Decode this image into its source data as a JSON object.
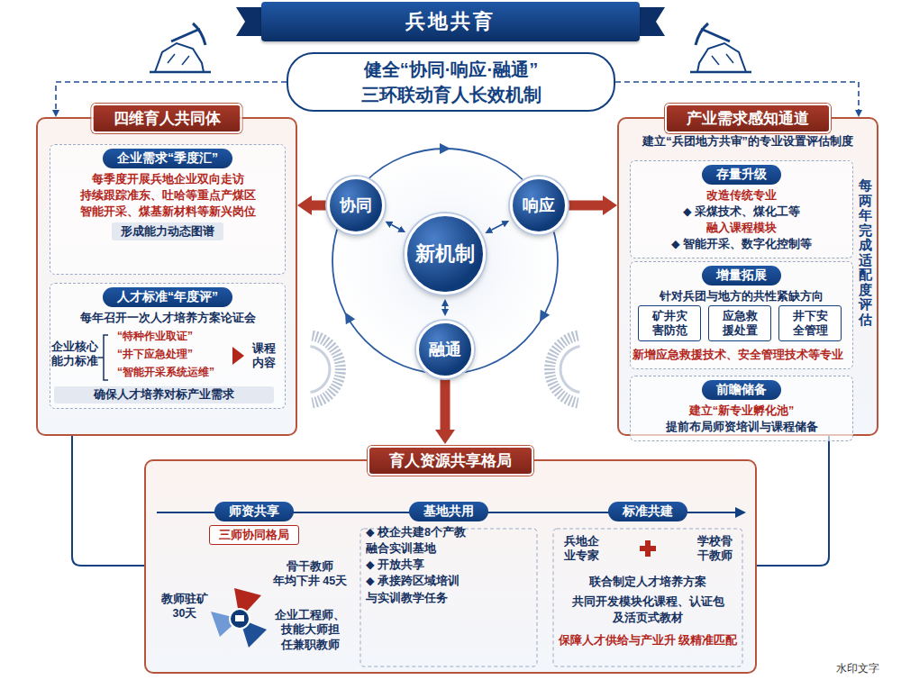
{
  "diagram": {
    "title": "兵地共育",
    "nodes": [
      {
        "text": [
          "兵地共育"
        ]
      },
      {
        "text": [
          "健全“协同·响应·融通” 三环联动育人长效机制"
        ]
      },
      {
        "text": [
          "四维育人共同体"
        ]
      },
      {
        "text": [
          "企业需求“季度汇”",
          "每季度开展兵地企业双向走访 持续跟踪准东、吐哈等重点产煤区 智能开采、煤基新材料等新兴岗位",
          "形成能力动态图谱"
        ],
        "in": 2
      },
      {
        "text": [
          "人才标准“年度评”",
          "每年召开一次人才培养方案论证会",
          "企业核心 能力标准",
          "“特种作业取证”",
          "“井下应急处理”",
          "“智能开采系统运维”",
          "课程 内容",
          "确保人才培养对标产业需求"
        ],
        "in": 2
      },
      {
        "text": [
          "产业需求感知通道",
          "建立“兵团地方共审”的专业设置评估制度",
          "每两年完成适配度评估"
        ]
      },
      {
        "text": [
          "存量升级",
          "改造传统专业",
          "◆ 采煤技术、煤化工等",
          "融入课程模块",
          "◆ 智能开采、数字化控制等"
        ],
        "in": 5
      },
      {
        "text": [
          "增量拓展",
          "针对兵团与地方的共性紧缺方向",
          "新增应急救援技术、安全管理技术等专业"
        ],
        "in": 5
      },
      {
        "text": [
          "矿井灾 害防范"
        ],
        "in": 7
      },
      {
        "text": [
          "应急救 援处置"
        ],
        "in": 7
      },
      {
        "text": [
          "井下安 全管理"
        ],
        "in": 7
      },
      {
        "text": [
          "前瞻储备",
          "建立“新专业孵化池”",
          "提前布局师资培训与课程储备"
        ],
        "in": 5
      },
      {
        "text": [
          "协同"
        ]
      },
      {
        "text": [
          "新机制"
        ]
      },
      {
        "text": [
          "响应"
        ]
      },
      {
        "text": [
          "融通"
        ]
      },
      {
        "text": [
          "育人资源共享格局"
        ]
      },
      {
        "text": [
          "师资共享",
          "三师协同格局",
          "教师驻矿 30天",
          "骨干教师 年均下井 45天",
          "企业工程师、 技能大师担 任兼职教师"
        ],
        "in": 16
      },
      {
        "text": [
          "基地共用",
          "◆ 校企共建8个产教 融合实训基地",
          "◆ 开放共享",
          "◆ 承接跨区域培训 与实训教学任务"
        ],
        "in": 16
      },
      {
        "text": [
          "标准共建",
          "兵地企 业专家",
          "学校骨 干教师",
          "联合制定人才培养方案",
          "共同开发模块化课程、认证包 及活页式教材",
          "保障人才供给与产业升 级精准匹配"
        ],
        "in": 16
      }
    ],
    "edges": [
      {
        "from": 1,
        "to": 2,
        "arrow": "to"
      },
      {
        "from": 1,
        "to": 5,
        "arrow": "to"
      },
      {
        "from": 12,
        "to": 2,
        "arrow": "to"
      },
      {
        "from": 14,
        "to": 5,
        "arrow": "to"
      },
      {
        "from": 15,
        "to": 16,
        "arrow": "to"
      },
      {
        "from": 12,
        "to": 13,
        "arrow": "both"
      },
      {
        "from": 14,
        "to": 13,
        "arrow": "both"
      },
      {
        "from": 15,
        "to": 13,
        "arrow": "both"
      }
    ],
    "labels": [
      "水印文字"
    ]
  }
}
